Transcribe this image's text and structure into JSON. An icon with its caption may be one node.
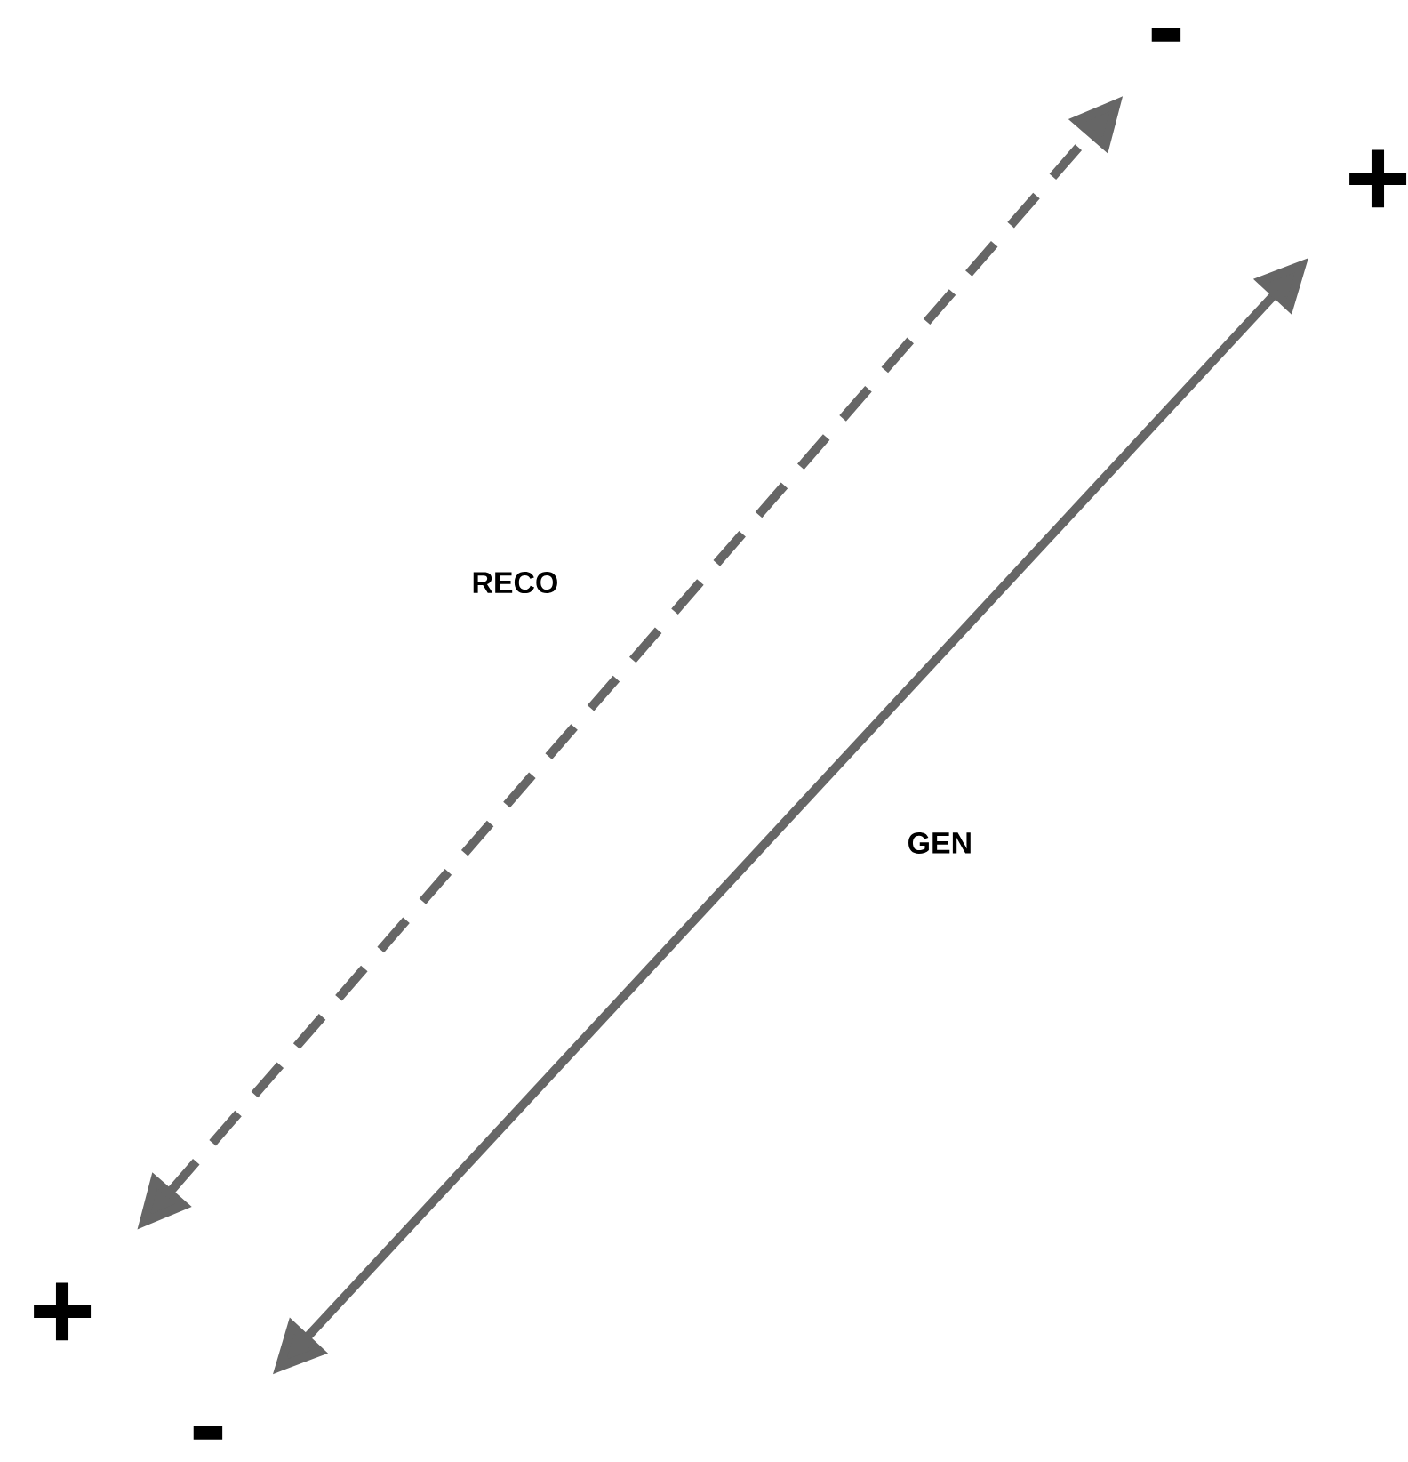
{
  "diagram": {
    "nodes": [
      {
        "text": [
          "-"
        ]
      },
      {
        "text": [
          "+"
        ]
      },
      {
        "text": [
          "+"
        ]
      },
      {
        "text": [
          "-"
        ]
      }
    ],
    "edges": [
      {
        "from": 2,
        "to": 0,
        "arrow": "both",
        "style": "dashed",
        "label": "RECO"
      },
      {
        "from": 3,
        "to": 1,
        "arrow": "both",
        "label": "GEN"
      }
    ]
  }
}
